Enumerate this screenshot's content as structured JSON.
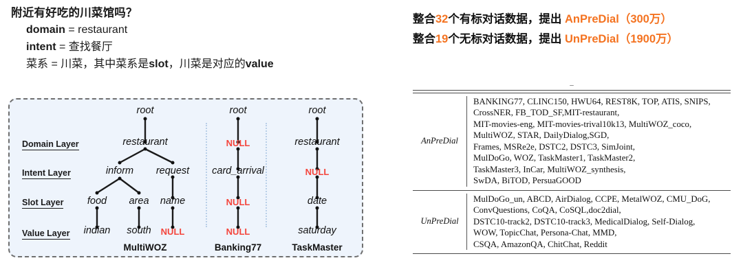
{
  "left": {
    "example": {
      "question": "附近有好吃的川菜馆吗？",
      "lines": [
        {
          "bold": "domain",
          "rest": " = restaurant"
        },
        {
          "bold": "intent",
          "rest": " = 查找餐厅"
        },
        {
          "plain_pre": "菜系 = 川菜，其中菜系是",
          "bold": "slot",
          "mid": "，川菜是对应的",
          "bold2": "value"
        }
      ]
    },
    "diagram": {
      "layer_labels": [
        "Domain Layer",
        "Intent Layer",
        "Slot Layer",
        "Value Layer"
      ],
      "null_text": "NULL",
      "trees": [
        {
          "dataset": "MultiWOZ",
          "root": "root",
          "domain": [
            "restaurant"
          ],
          "intent": [
            "inform",
            "request"
          ],
          "slot": [
            "food",
            "area",
            "name"
          ],
          "value": [
            "indian",
            "south",
            "NULL"
          ]
        },
        {
          "dataset": "Banking77",
          "root": "root",
          "domain": [
            "NULL"
          ],
          "intent": [
            "card_arrival"
          ],
          "slot": [
            "NULL"
          ],
          "value": [
            "NULL"
          ]
        },
        {
          "dataset": "TaskMaster",
          "root": "root",
          "domain": [
            "restaurant"
          ],
          "intent": [
            "NULL"
          ],
          "slot": [
            "date"
          ],
          "value": [
            "saturday"
          ]
        }
      ]
    }
  },
  "right": {
    "headlines": [
      {
        "p1": "整合",
        "num": "32",
        "p2": "个有标对话数据，提出 ",
        "name": "AnPreDial",
        "p3": "（",
        "count": "300万",
        "p4": "）"
      },
      {
        "p1": "整合",
        "num": "19",
        "p2": "个无标对话数据，提出 ",
        "name": "UnPreDial",
        "p3": "（",
        "count": "1900万",
        "p4": "）"
      }
    ],
    "accent_color": "#f47321",
    "table": {
      "top_dash": "–",
      "rows": [
        {
          "label": "AnPreDial",
          "lines": [
            "BANKING77, CLINC150, HWU64, REST8K, TOP, ATIS, SNIPS,",
            "CrossNER, FB_TOD_SF,MIT-restaurant,",
            "MIT-movies-eng, MIT-movies-trival10k13, MultiWOZ_coco,",
            "MultiWOZ, STAR, DailyDialog,SGD,",
            "Frames, MSRe2e, DSTC2, DSTC3, SimJoint,",
            "MulDoGo, WOZ, TaskMaster1, TaskMaster2,",
            "TaskMaster3, InCar, MultiWOZ_synthesis,",
            "SwDA, BiTOD, PersuaGOOD"
          ]
        },
        {
          "label": "UnPreDial",
          "lines": [
            "MulDoGo_un, ABCD, AirDialog, CCPE, MetalWOZ, CMU_DoG,",
            "ConvQuestions, CoQA, CoSQL,doc2dial,",
            "DSTC10-track2, DSTC10-track3, MedicalDialog, Self-Dialog,",
            "WOW, TopicChat, Persona-Chat, MMD,",
            "CSQA, AmazonQA, ChitChat, Reddit"
          ]
        }
      ]
    }
  }
}
